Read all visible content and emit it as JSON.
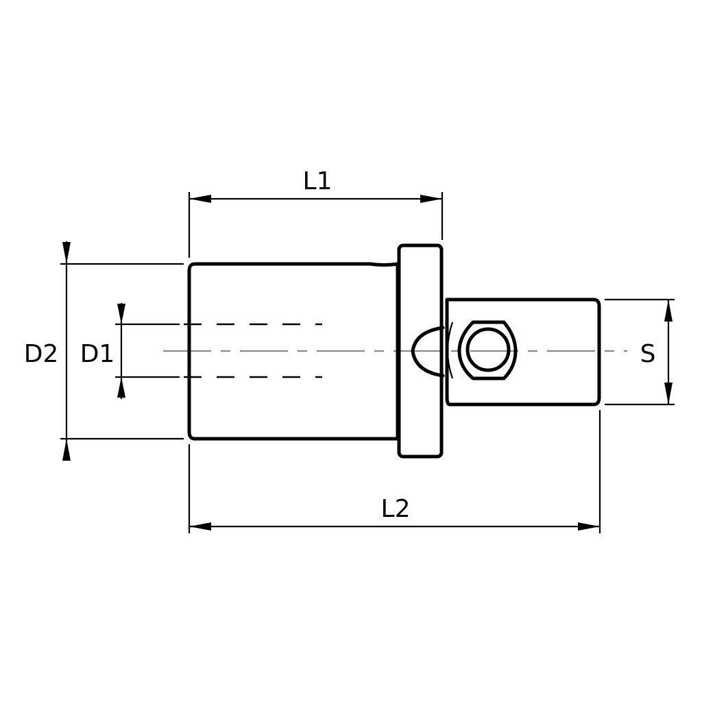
{
  "labels": {
    "l1": "L1",
    "l2": "L2",
    "d1": "D1",
    "d2": "D2",
    "s": "S"
  },
  "colors": {
    "line": "#000000",
    "centerline": "#888888",
    "background": "#ffffff"
  }
}
